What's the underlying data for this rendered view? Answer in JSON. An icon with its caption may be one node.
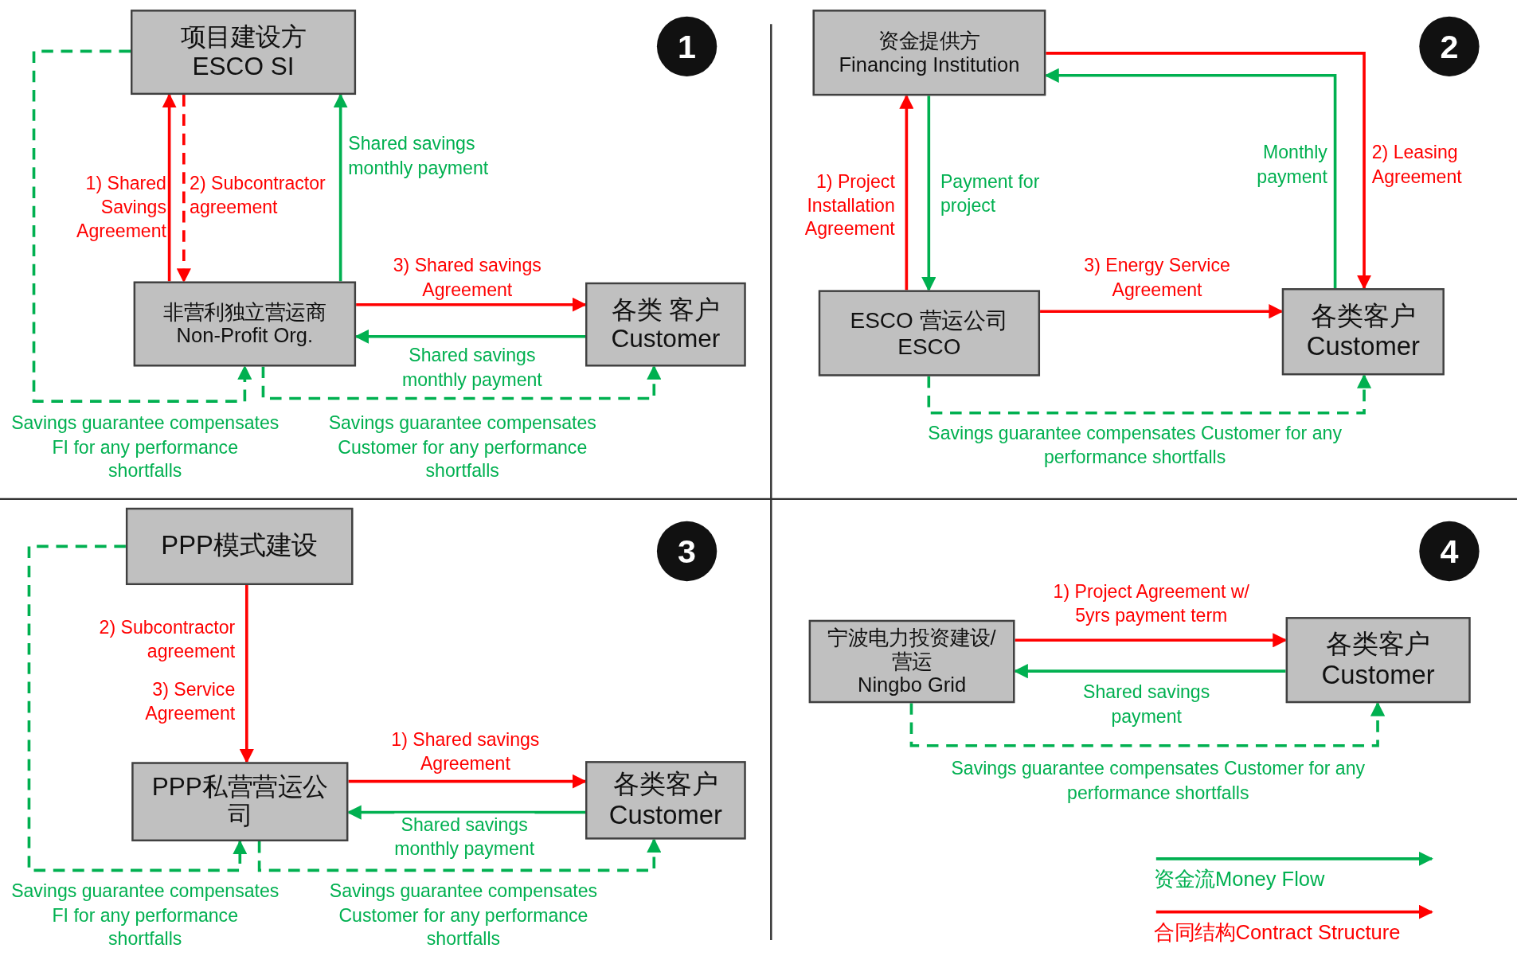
{
  "diagram": {
    "nodes": [
      {
        "text": [
          "1"
        ]
      },
      {
        "text": [
          "项目建设方",
          "ESCO SI"
        ]
      },
      {
        "text": [
          "非营利独立营运商 Non-Profit Org."
        ]
      },
      {
        "text": [
          "各类 客户",
          "Customer"
        ]
      },
      {
        "text": [
          "2"
        ]
      },
      {
        "text": [
          "资金提供方",
          "Financing Institution"
        ]
      },
      {
        "text": [
          "ESCO 营运公司",
          "ESCO"
        ]
      },
      {
        "text": [
          "各类客户",
          "Customer"
        ]
      },
      {
        "text": [
          "3"
        ]
      },
      {
        "text": [
          "PPP模式建设"
        ]
      },
      {
        "text": [
          "PPP私营营运公司"
        ]
      },
      {
        "text": [
          "各类客户",
          "Customer"
        ]
      },
      {
        "text": [
          "4"
        ]
      },
      {
        "text": [
          "宁波电力投资建设/营运",
          "Ningbo Grid"
        ]
      },
      {
        "text": [
          "各类客户",
          "Customer"
        ]
      }
    ],
    "edges": [
      {
        "from": 2,
        "to": 1,
        "arrow": "to",
        "label": "1) Shared Savings Agreement",
        "color": "#ff0000"
      },
      {
        "from": 1,
        "to": 2,
        "arrow": "to",
        "label": "2) Subcontractor agreement",
        "style": "dashed",
        "color": "#ff0000"
      },
      {
        "from": 2,
        "to": 1,
        "arrow": "to",
        "label": "Shared savings monthly payment",
        "color": "#00b050"
      },
      {
        "from": 2,
        "to": 3,
        "arrow": "to",
        "label": "3) Shared savings Agreement",
        "color": "#ff0000"
      },
      {
        "from": 3,
        "to": 2,
        "arrow": "to",
        "label": "Shared savings monthly payment",
        "color": "#00b050"
      },
      {
        "from": 1,
        "to": 2,
        "arrow": "to",
        "label": "Savings guarantee compensates FI for any performance shortfalls",
        "style": "dashed",
        "color": "#00b050"
      },
      {
        "from": 2,
        "to": 3,
        "arrow": "to",
        "label": "Savings guarantee compensates Customer for any performance shortfalls",
        "style": "dashed",
        "color": "#00b050"
      },
      {
        "from": 6,
        "to": 5,
        "arrow": "to",
        "label": "1) Project Installation Agreement",
        "color": "#ff0000"
      },
      {
        "from": 5,
        "to": 6,
        "arrow": "to",
        "label": "Payment for project",
        "color": "#00b050"
      },
      {
        "from": 5,
        "to": 7,
        "arrow": "to",
        "label": "2) Leasing Agreement",
        "color": "#ff0000"
      },
      {
        "from": 7,
        "to": 5,
        "arrow": "to",
        "label": "Monthly payment",
        "color": "#00b050"
      },
      {
        "from": 6,
        "to": 7,
        "arrow": "to",
        "label": "3) Energy Service Agreement",
        "color": "#ff0000"
      },
      {
        "from": 6,
        "to": 7,
        "arrow": "to",
        "label": "Savings guarantee  compensates Customer for any performance shortfalls",
        "style": "dashed",
        "color": "#00b050"
      },
      {
        "from": 9,
        "to": 10,
        "arrow": "to",
        "label": "2) Subcontractor agreement",
        "color": "#ff0000"
      },
      {
        "from": 10,
        "to": 11,
        "arrow": "to",
        "label": "1) Shared savings Agreement",
        "color": "#ff0000"
      },
      {
        "from": 11,
        "to": 10,
        "arrow": "to",
        "label": "Shared savings monthly payment",
        "color": "#00b050"
      },
      {
        "from": 9,
        "to": 10,
        "arrow": "to",
        "label": "Savings guarantee compensates FI for any performance shortfalls",
        "style": "dashed",
        "color": "#00b050"
      },
      {
        "from": 10,
        "to": 11,
        "arrow": "to",
        "label": "Savings guarantee compensates Customer for any performance shortfalls",
        "style": "dashed",
        "color": "#00b050"
      },
      {
        "from": 13,
        "to": 14,
        "arrow": "to",
        "label": "1) Project Agreement w/ 5yrs payment term",
        "color": "#ff0000"
      },
      {
        "from": 14,
        "to": 13,
        "arrow": "to",
        "label": "Shared savings payment",
        "color": "#00b050"
      },
      {
        "from": 13,
        "to": 14,
        "arrow": "to",
        "label": "Savings guarantee  compensates Customer for any performance shortfalls",
        "style": "dashed",
        "color": "#00b050"
      }
    ],
    "labels": [
      "3) Service Agreement"
    ],
    "legend": [
      {
        "text": "资金流Money Flow",
        "color": "#00b050"
      },
      {
        "text": "合同结构Contract Structure",
        "color": "#ff0000"
      }
    ]
  }
}
